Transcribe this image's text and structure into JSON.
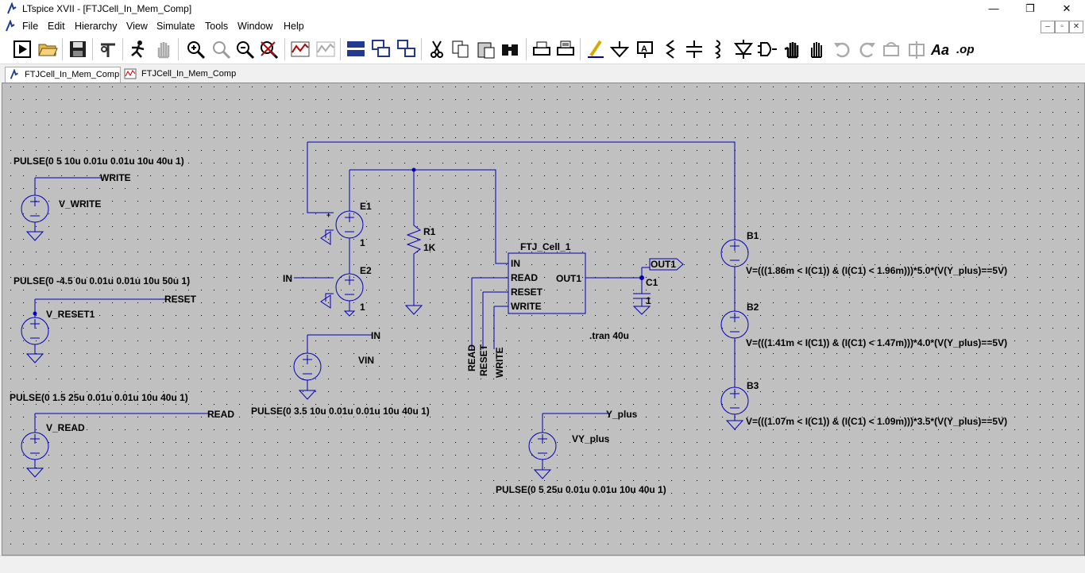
{
  "window": {
    "title": "LTspice XVII - [FTJCell_In_Mem_Comp]",
    "minimize": "—",
    "restore": "❐",
    "close": "✕"
  },
  "menu": [
    "File",
    "Edit",
    "Hierarchy",
    "View",
    "Simulate",
    "Tools",
    "Window",
    "Help"
  ],
  "mdi": {
    "minimize": "–",
    "restore": "▫",
    "close": "✕"
  },
  "toolbar": [
    "run",
    "open",
    "save",
    "control-panel",
    "halt",
    "pan",
    "zoom-in",
    "zoom-area",
    "zoom-out",
    "zoom-cancel",
    "plot-settings",
    "waveform",
    "tile-horizontal",
    "cascade",
    "tile-vertical",
    "cut",
    "copy",
    "paste",
    "find",
    "print-setup",
    "print",
    "draw-wire",
    "ground",
    "label-net",
    "resistor",
    "capacitor",
    "inductor",
    "diode",
    "component",
    "move",
    "drag",
    "undo",
    "redo",
    "rotate",
    "mirror",
    "text",
    "spice-directive"
  ],
  "tabs": [
    {
      "label": "FTJCell_In_Mem_Comp",
      "icon": "schematic-icon"
    },
    {
      "label": "FTJCell_In_Mem_Comp",
      "icon": "waveform-icon"
    }
  ],
  "schematic": {
    "pulse_write": "PULSE(0 5 10u 0.01u 0.01u 10u 40u 1)",
    "pulse_reset": "PULSE(0 -4.5 0u 0.01u 0.01u 10u 50u 1)",
    "pulse_read": "PULSE(0 1.5 25u 0.01u 0.01u 10u 40u 1)",
    "pulse_in": "PULSE(0 3.5 10u 0.01u 0.01u 10u 40u 1)",
    "pulse_y": "PULSE(0 5 25u 0.01u 0.01u 10u 40u 1)",
    "net_write": "WRITE",
    "net_reset": "RESET",
    "net_read": "READ",
    "net_in": "IN",
    "net_y_plus": "Y_plus",
    "net_out1": "OUT1",
    "v_write": "V_WRITE",
    "v_reset": "V_RESET1",
    "v_read": "V_READ",
    "vin": "VIN",
    "vy_plus": "VY_plus",
    "e1": "E1",
    "e1_gain": "1",
    "e2": "E2",
    "e2_gain": "1",
    "r1": "R1",
    "r1_value": "1K",
    "c1": "C1",
    "c1_value": "1",
    "cell_name": "FTJ_Cell_1",
    "pin_in": "IN",
    "pin_read": "READ",
    "pin_reset": "RESET",
    "pin_write": "WRITE",
    "pin_out1": "OUT1",
    "tran": ".tran 40u",
    "b1": "B1",
    "b1_expr": "V=(((1.86m < I(C1)) & (I(C1) < 1.96m)))*5.0*(V(Y_plus)==5V)",
    "b2": "B2",
    "b2_expr": "V=(((1.41m < I(C1)) & (I(C1) < 1.47m)))*4.0*(V(Y_plus)==5V)",
    "b3": "B3",
    "b3_expr": "V=(((1.07m < I(C1)) & (I(C1) < 1.09m)))*3.5*(V(Y_plus)==5V)"
  }
}
